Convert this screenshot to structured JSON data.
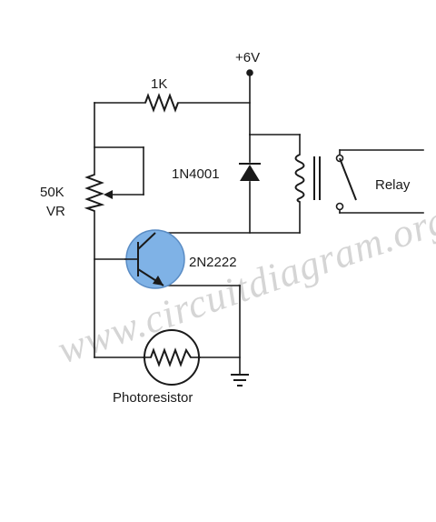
{
  "labels": {
    "supply": "+6V",
    "resistor": "1K",
    "pot_value": "50K",
    "pot_name": "VR",
    "diode": "1N4001",
    "transistor": "2N2222",
    "relay": "Relay",
    "photoresistor": "Photoresistor"
  },
  "watermark": "www.circuitdiagram.org",
  "colors": {
    "wire": "#1a1a1a",
    "transistor_fill": "#7fb2e6",
    "diode_fill": "#1a1a1a",
    "watermark": "#c8c8c8"
  }
}
